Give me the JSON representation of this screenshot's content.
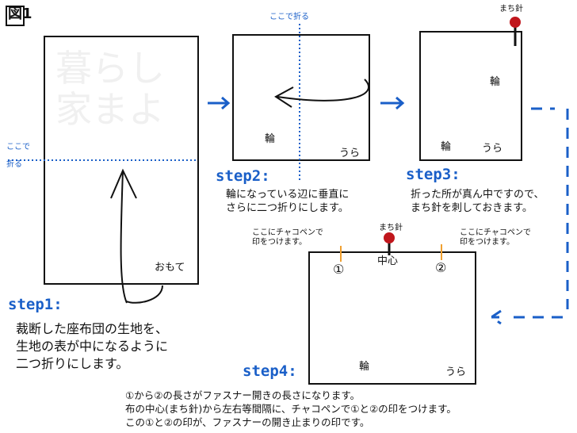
{
  "figure_title": "図1",
  "step1": {
    "label": "step1:",
    "lines": [
      "裁断した座布団の生地を、",
      "生地の表が中になるように",
      "二つ折りにします。"
    ],
    "fold_here": [
      "ここで",
      "折る"
    ],
    "face": "おもて"
  },
  "step2": {
    "label": "step2:",
    "lines": [
      "輪になっている辺に垂直に",
      "さらに二つ折りにします。"
    ],
    "fold_here": "ここで折る",
    "loop": "輪",
    "back": "うら"
  },
  "step3": {
    "label": "step3:",
    "lines": [
      "折った所が真ん中ですので、",
      "まち針を刺しておきます。"
    ],
    "pin": "まち針",
    "loop": "輪",
    "back": "うら"
  },
  "step4": {
    "label": "step4:",
    "pin": "まち針",
    "center": "中心",
    "mark1": "①",
    "mark2": "②",
    "note_left": [
      "ここにチャコペンで",
      "印をつけます。"
    ],
    "note_right": [
      "ここにチャコペンで",
      "印をつけます。"
    ],
    "loop": "輪",
    "back": "うら",
    "lines": [
      "①から②の長さがファスナー開きの長さになります。",
      "布の中心(まち針)から左右等間隔に、チャコペンで①と②の印をつけます。",
      "この①と②の印が、ファスナーの開き止まりの印です。"
    ]
  },
  "watermark": "暮らし家まよ",
  "colors": {
    "accent": "#1a5fc8",
    "pin": "#c0161c",
    "mark": "#f0a030"
  }
}
